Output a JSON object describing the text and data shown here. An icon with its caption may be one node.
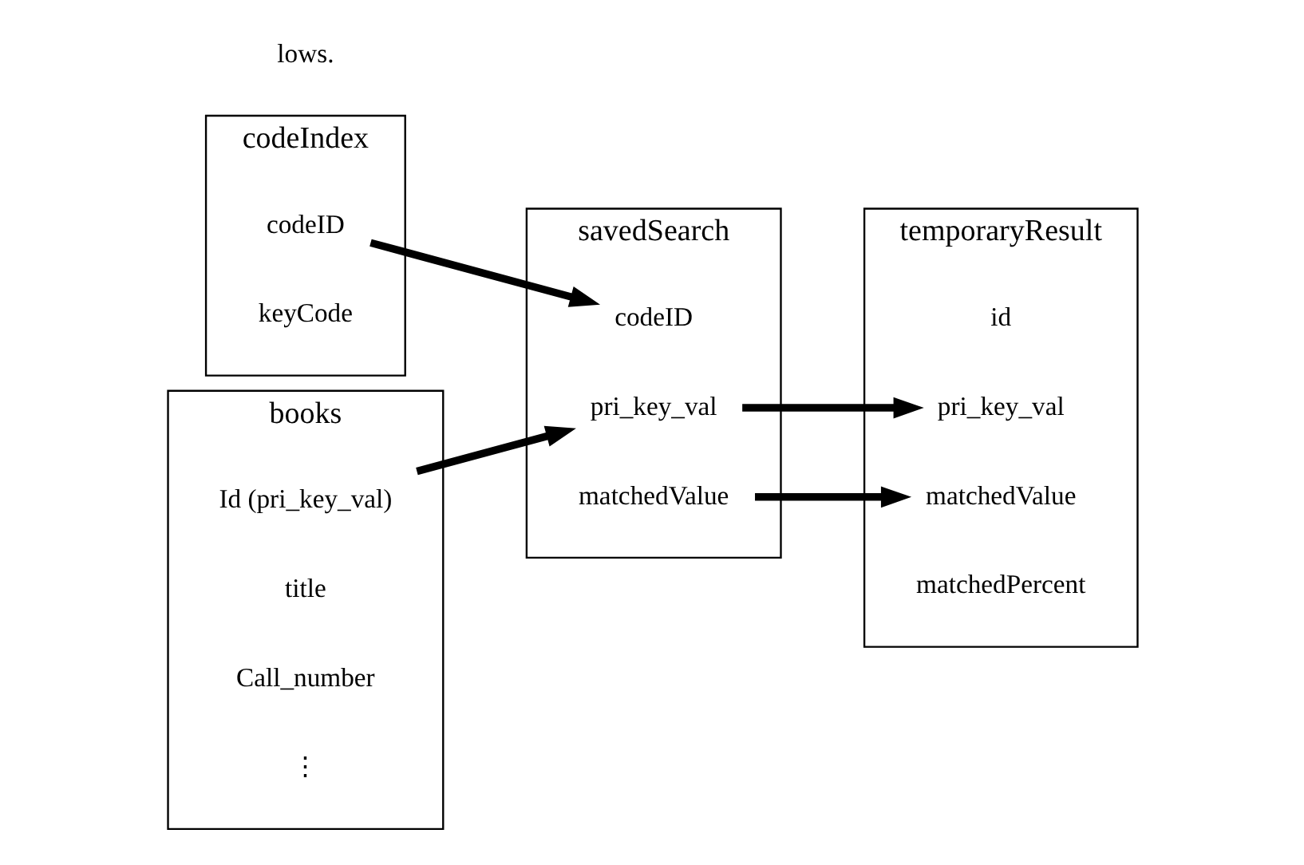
{
  "diagram": {
    "nodes": [
      {
        "text": [
          "codeIndex"
        ]
      },
      {
        "text": [
          "codeID"
        ],
        "in": 0
      },
      {
        "text": [
          "keyCode"
        ],
        "in": 0
      },
      {
        "text": [
          "savedSearch"
        ]
      },
      {
        "text": [
          "codeID"
        ],
        "in": 3
      },
      {
        "text": [
          "pri_key_val"
        ],
        "in": 3
      },
      {
        "text": [
          "matchedValue"
        ],
        "in": 3
      },
      {
        "text": [
          "temporaryResult"
        ]
      },
      {
        "text": [
          "id"
        ],
        "in": 7
      },
      {
        "text": [
          "pri_key_val"
        ],
        "in": 7
      },
      {
        "text": [
          "matchedValue"
        ],
        "in": 7
      },
      {
        "text": [
          "matchedPercent"
        ],
        "in": 7
      },
      {
        "text": [
          "books"
        ]
      },
      {
        "text": [
          "Id (pri_key_val)"
        ],
        "in": 12
      },
      {
        "text": [
          "title"
        ],
        "in": 12
      },
      {
        "text": [
          "Call_number"
        ],
        "in": 12
      },
      {
        "text": [
          "⋮"
        ],
        "in": 12
      }
    ],
    "edges": [
      {
        "from": 1,
        "to": 4,
        "arrow": "to"
      },
      {
        "from": 13,
        "to": 5,
        "arrow": "to"
      },
      {
        "from": 5,
        "to": 9,
        "arrow": "to"
      },
      {
        "from": 6,
        "to": 10,
        "arrow": "to"
      }
    ],
    "labels": [
      "lows."
    ]
  }
}
